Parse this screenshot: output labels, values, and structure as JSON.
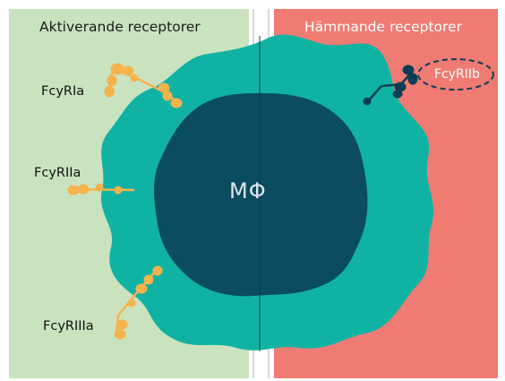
{
  "panels": {
    "activating_title": "Aktiverande receptorer",
    "inhibiting_title": "Hämmande receptorer"
  },
  "receptors": {
    "fcyr1a": "FcyRIa",
    "fcyr2a": "FcyRIIa",
    "fcyr3a": "FcyRIIIa",
    "fcyr2b": "FcyRIIb"
  },
  "cell": {
    "label": "MΦ"
  },
  "colors": {
    "activating_panel": "#c9e3bf",
    "inhibiting_panel": "#f07b73",
    "cell_membrane": "#10b3a3",
    "cell_nucleus": "#0b4c5e",
    "activating_receptor": "#f6b24c",
    "inhibiting_receptor": "#0d3d55"
  }
}
